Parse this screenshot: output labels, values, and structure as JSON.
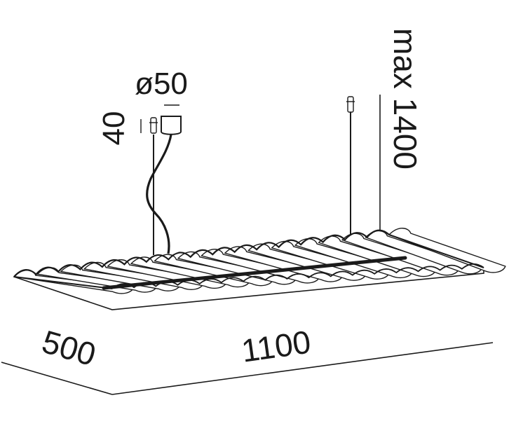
{
  "dimensions": {
    "canopy_diameter": "ø50",
    "canopy_height": "40",
    "max_suspension": "max 1400",
    "length": "1100",
    "width": "500"
  },
  "colors": {
    "line": "#1a1a1a",
    "stroke_light": "#222222",
    "fill": "#ffffff"
  }
}
